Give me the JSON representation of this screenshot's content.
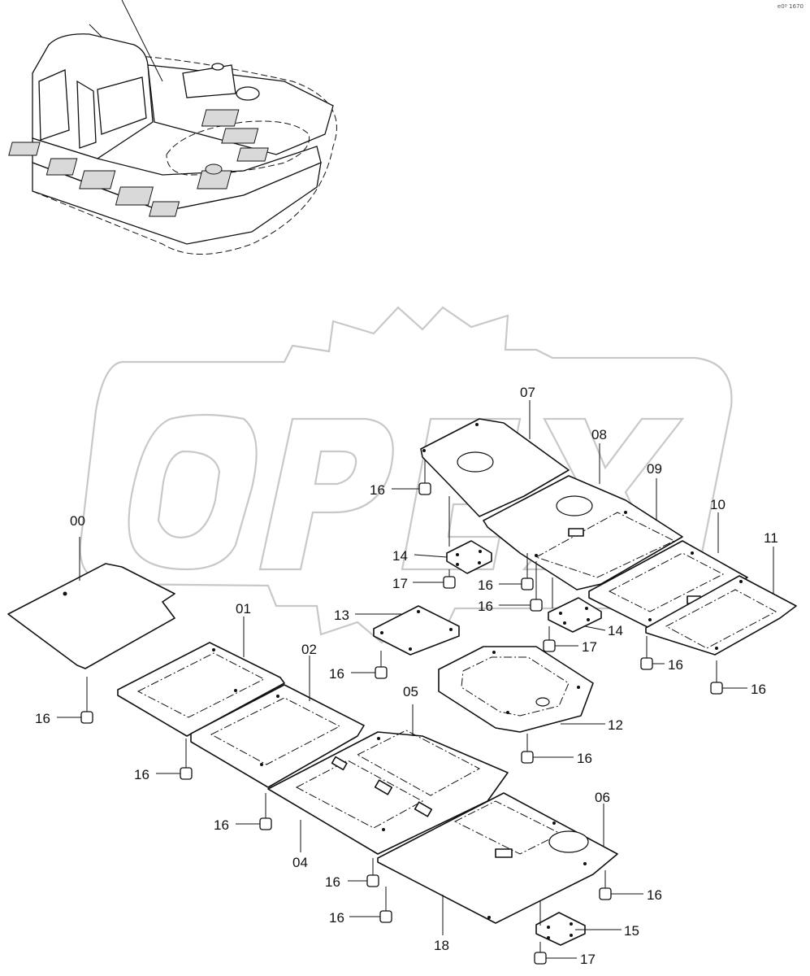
{
  "corner_code": "e0º 1670",
  "watermark": {
    "text": "OPEX"
  },
  "labels": {
    "p00": "00",
    "p01": "01",
    "p02": "02",
    "p04": "04",
    "p05": "05",
    "p06": "06",
    "p07": "07",
    "p08": "08",
    "p09": "09",
    "p10": "10",
    "p11": "11",
    "p12": "12",
    "p13": "13",
    "p14a": "14",
    "p14b": "14",
    "p15": "15",
    "p18": "18",
    "b16": "16",
    "b17": "17"
  }
}
